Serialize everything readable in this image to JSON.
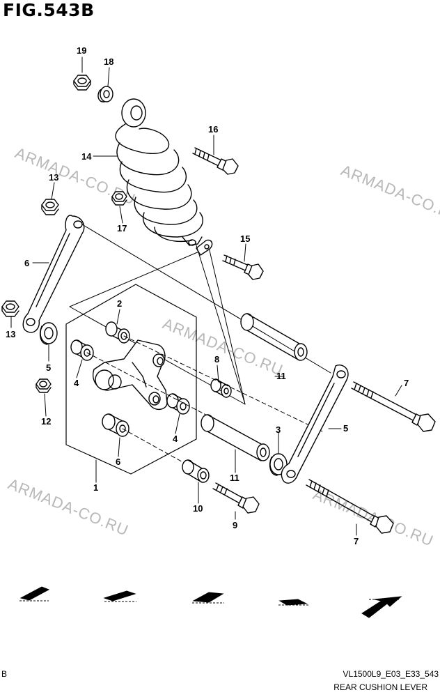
{
  "figure": {
    "title": "FIG.543B",
    "footer_left": "B",
    "code": "VL1500L9_E03_E33_543",
    "caption": "REAR CUSHION LEVER"
  },
  "watermarks": [
    "ARMADA-CO.RU",
    "ARMADA-CO.RU",
    "ARMADA-CO.RU",
    "ARMADA-CO.RU"
  ],
  "callouts": [
    "19",
    "18",
    "16",
    "14",
    "13",
    "17",
    "15",
    "6",
    "2",
    "8",
    "11",
    "7",
    "13",
    "5",
    "4",
    "12",
    "4",
    "3",
    "5",
    "6",
    "1",
    "11",
    "10",
    "9",
    "7"
  ],
  "legend_icons": [
    "arrow-icon-1",
    "arrow-icon-2",
    "arrow-icon-3",
    "arrow-icon-4",
    "arrow-icon-5"
  ]
}
